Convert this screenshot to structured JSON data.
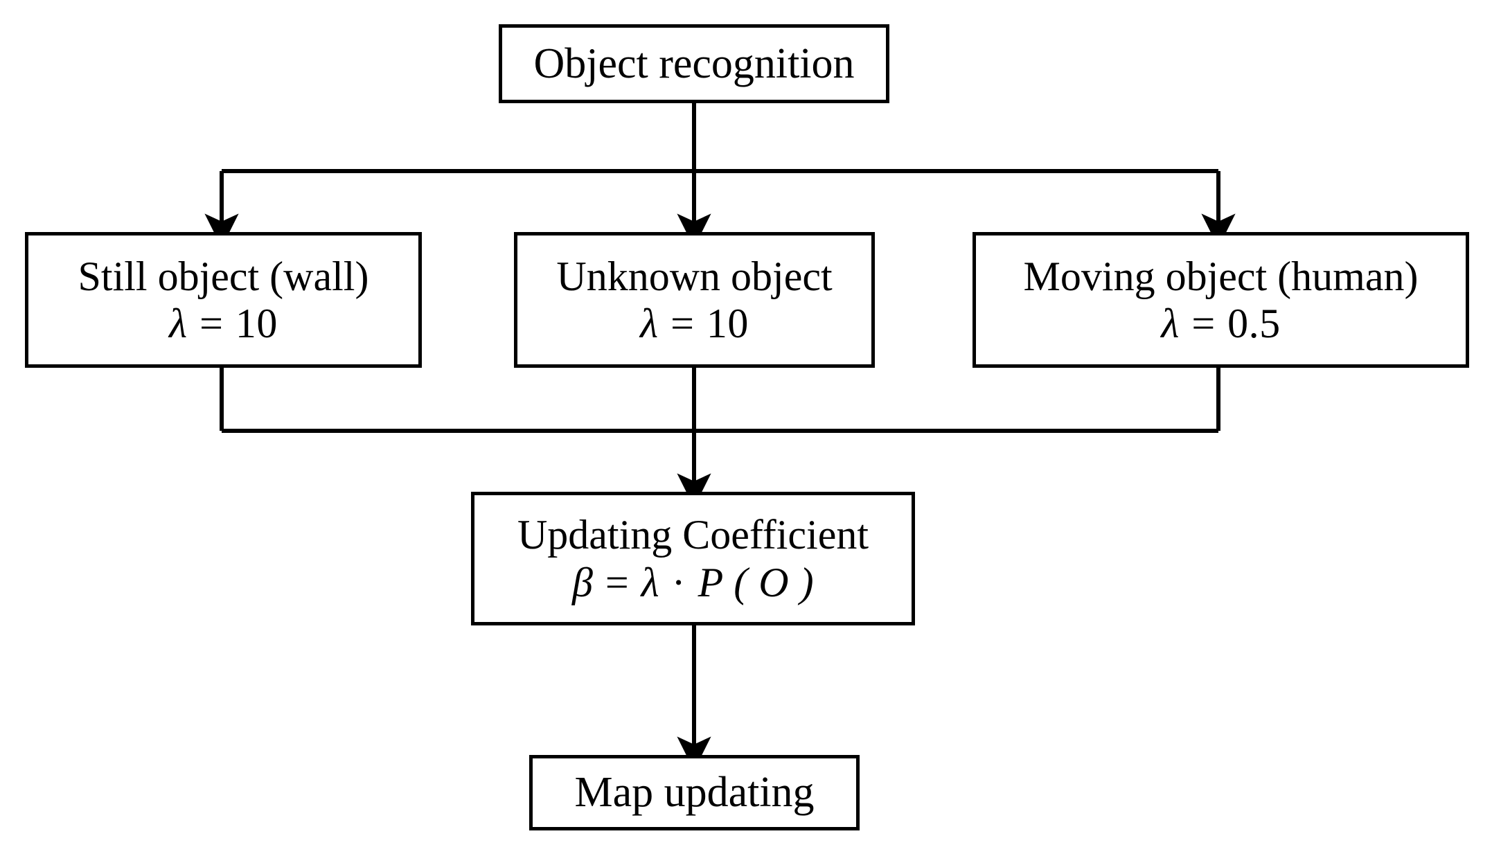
{
  "diagram": {
    "type": "flowchart",
    "title": "Object recognition to map updating flow",
    "background_color": "#ffffff",
    "line_color": "#000000",
    "nodes": [
      {
        "id": "object-recognition",
        "label": "Object recognition",
        "line1": "Object recognition",
        "line2": ""
      },
      {
        "id": "still-object",
        "label": "Still object (wall)",
        "line1": "Still object (wall)",
        "symbol": "λ",
        "equals": "=",
        "value": "10"
      },
      {
        "id": "unknown-object",
        "label": "Unknown object",
        "line1": "Unknown object",
        "symbol": "λ",
        "equals": "=",
        "value": "10"
      },
      {
        "id": "moving-object",
        "label": "Moving object (human)",
        "line1": "Moving object (human)",
        "symbol": "λ",
        "equals": "=",
        "value": "0.5"
      },
      {
        "id": "updating-coefficient",
        "label": "Updating Coefficient",
        "line1": "Updating Coefficient",
        "formula_beta": "β",
        "formula_equals": "=",
        "formula_lambda": "λ",
        "formula_dot": "·",
        "formula_prob": "P",
        "formula_open": "(",
        "formula_arg": "O",
        "formula_close": ")"
      },
      {
        "id": "map-updating",
        "label": "Map updating",
        "line1": "Map updating",
        "line2": ""
      }
    ],
    "edges": [
      {
        "from": "object-recognition",
        "to": "still-object"
      },
      {
        "from": "object-recognition",
        "to": "unknown-object"
      },
      {
        "from": "object-recognition",
        "to": "moving-object"
      },
      {
        "from": "still-object",
        "to": "updating-coefficient"
      },
      {
        "from": "unknown-object",
        "to": "updating-coefficient"
      },
      {
        "from": "moving-object",
        "to": "updating-coefficient"
      },
      {
        "from": "updating-coefficient",
        "to": "map-updating"
      }
    ]
  }
}
